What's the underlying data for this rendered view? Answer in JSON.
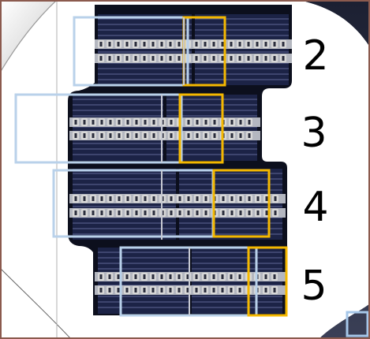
{
  "rows": [
    {
      "label": "2"
    },
    {
      "label": "3"
    },
    {
      "label": "4"
    },
    {
      "label": "5"
    }
  ],
  "colors": {
    "frame": "#8b5a4e",
    "panel_dark": "#0c0f1d",
    "cell": "#1c2346",
    "cell_line": "#5f6795",
    "clip_light": "#d8d8d8",
    "blue_box": "#b9d1ea",
    "orange_box": "#f5b800",
    "corner_tile": "#a6c7e9",
    "curve": "#555555",
    "label": "#000000"
  }
}
